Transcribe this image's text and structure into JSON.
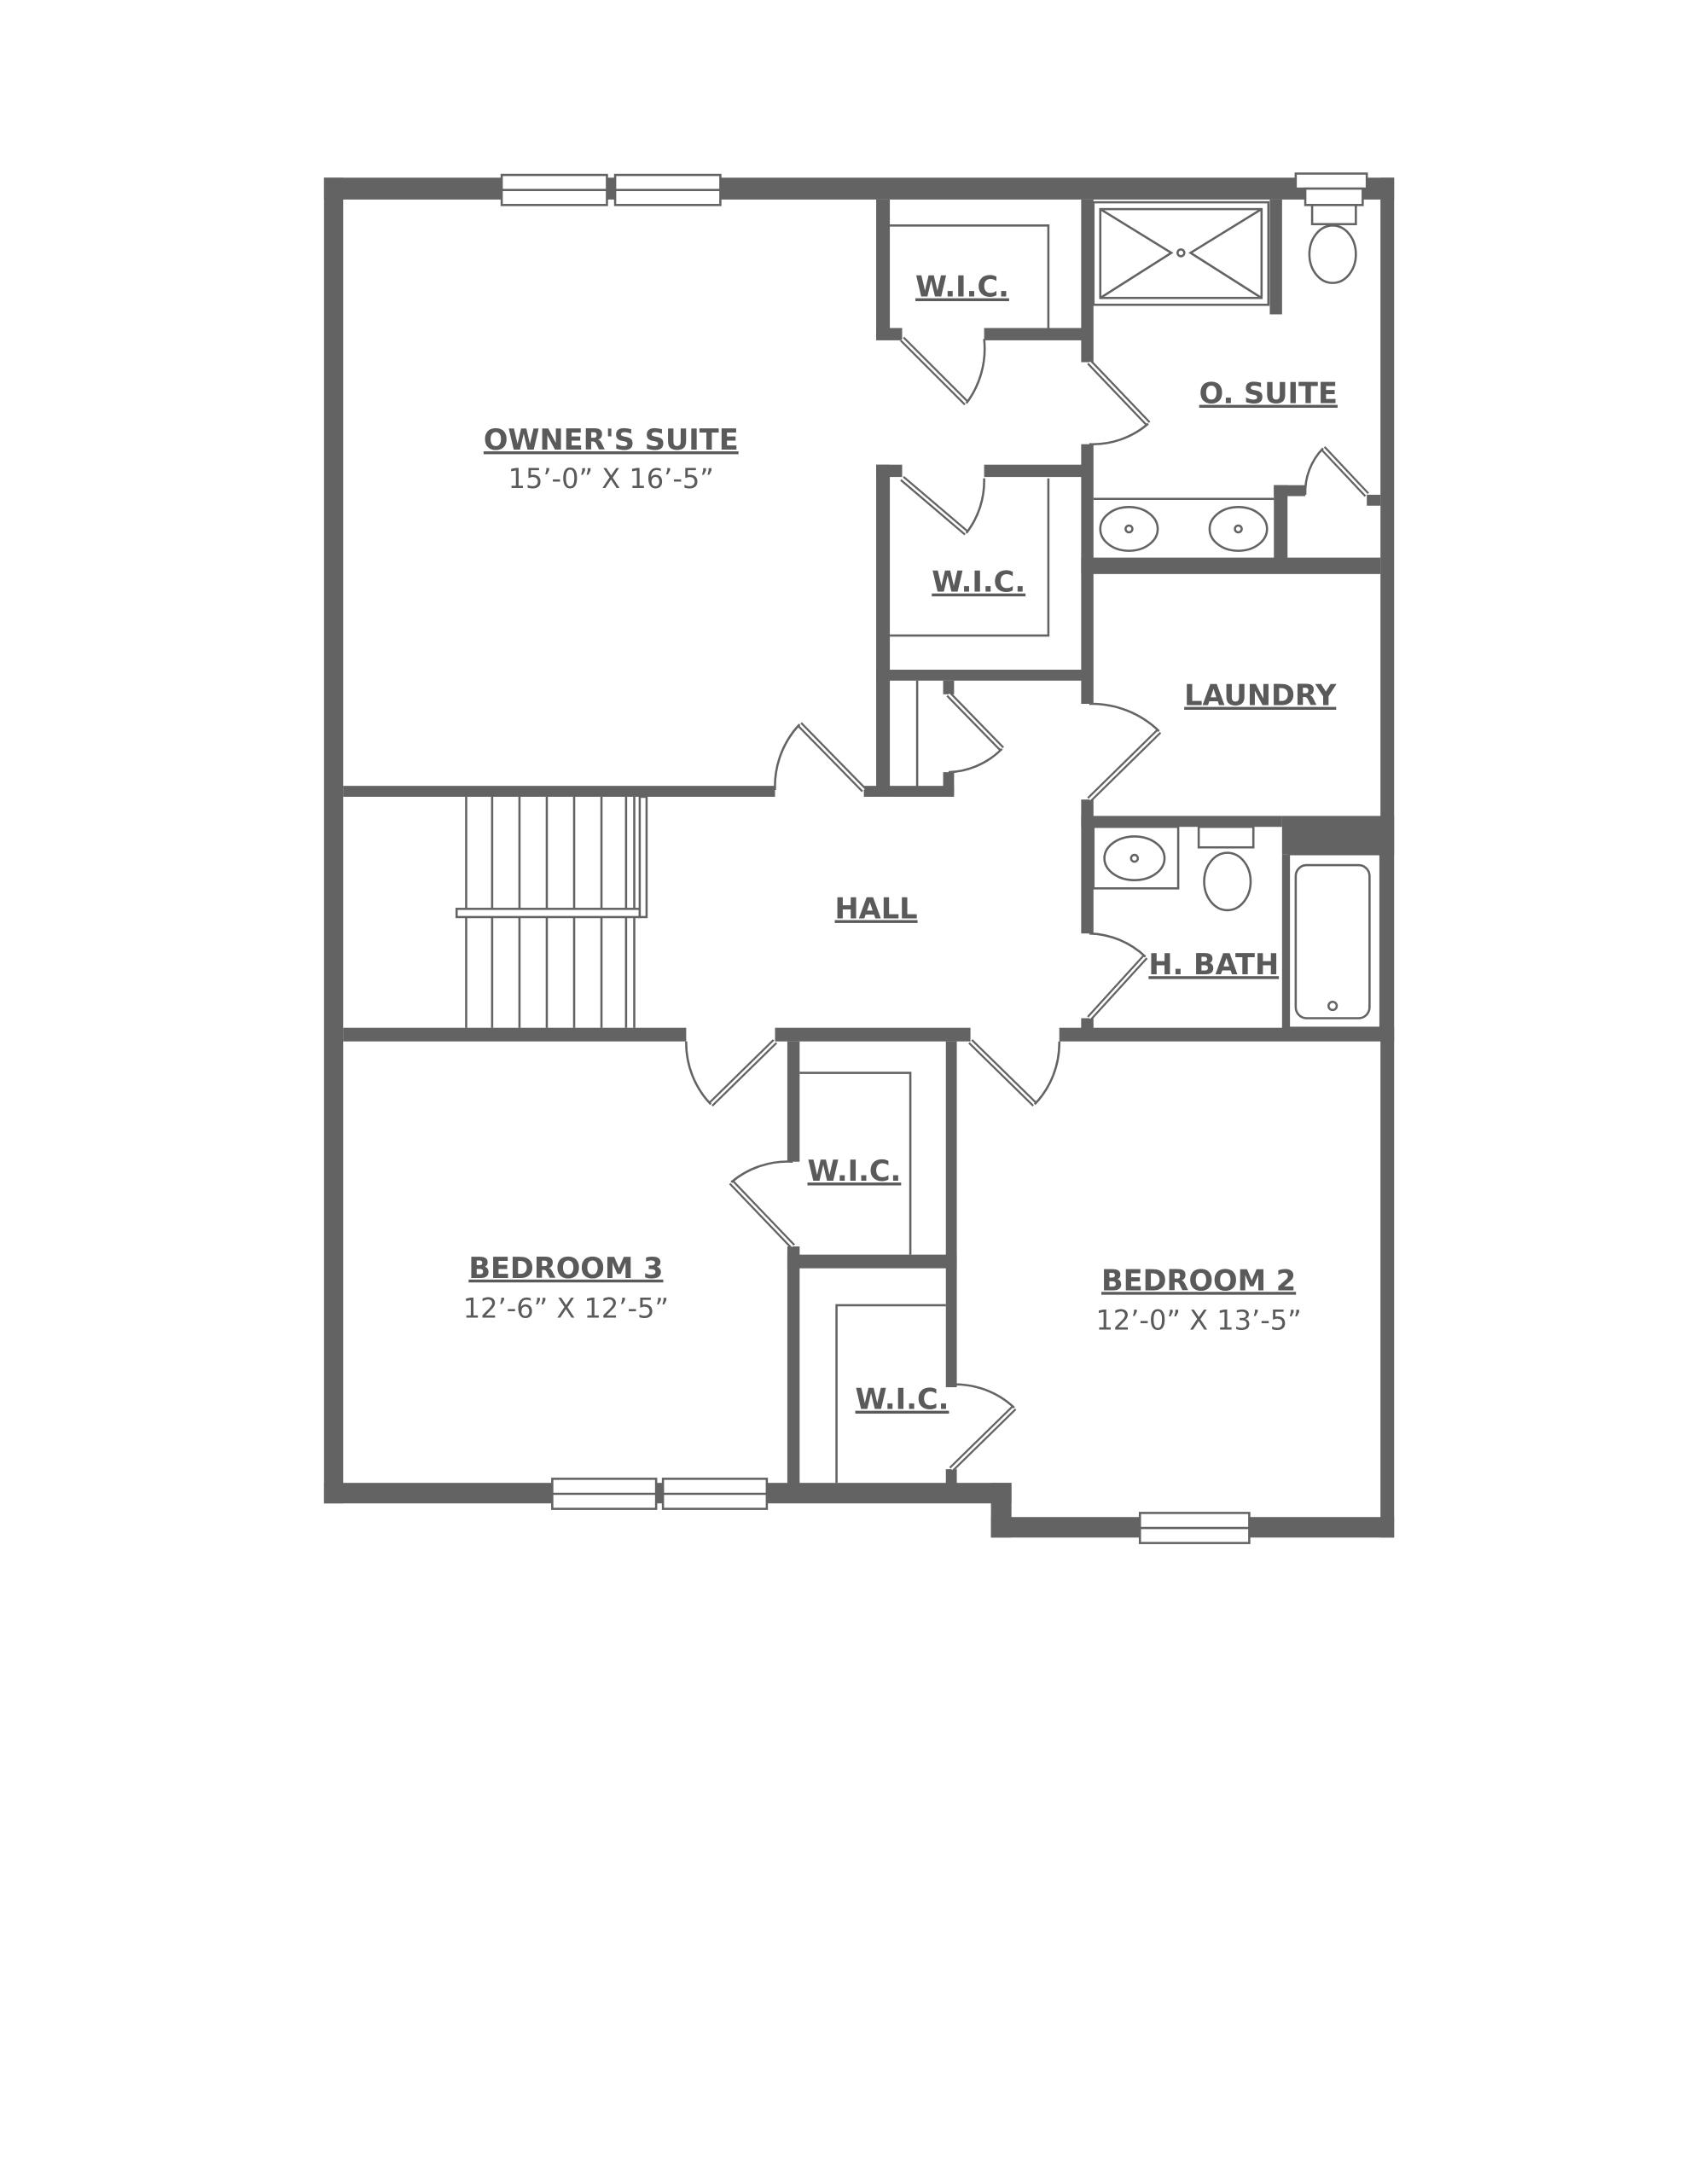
{
  "floor_plan": {
    "wall_color": "#636363",
    "rooms": {
      "owners_suite": {
        "name": "OWNER'S SUITE",
        "dimensions": "15’-0” X 16’-5”"
      },
      "wic_upper": {
        "name": "W.I.C."
      },
      "wic_owner_lower": {
        "name": "W.I.C."
      },
      "o_suite_bath": {
        "name": "O. SUITE"
      },
      "laundry": {
        "name": "LAUNDRY"
      },
      "hall": {
        "name": "HALL"
      },
      "h_bath": {
        "name": "H. BATH"
      },
      "bedroom3": {
        "name": "BEDROOM 3",
        "dimensions": "12’-6” X 12’-5”"
      },
      "wic_bed3": {
        "name": "W.I.C."
      },
      "bedroom2": {
        "name": "BEDROOM 2",
        "dimensions": "12’-0” X 13’-5”"
      },
      "wic_bed2": {
        "name": "W.I.C."
      }
    }
  }
}
